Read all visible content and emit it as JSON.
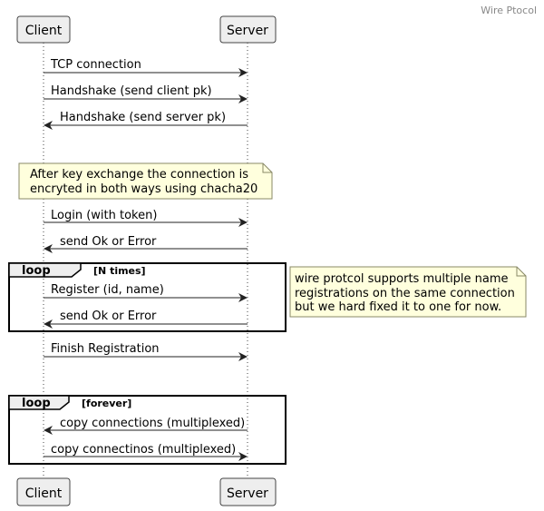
{
  "header": {
    "title": "Wire Ptocol"
  },
  "participants": [
    {
      "id": "client",
      "label": "Client"
    },
    {
      "id": "server",
      "label": "Server"
    }
  ],
  "messages": {
    "tcp": "TCP connection",
    "hs_client": "Handshake (send client pk)",
    "hs_server": "Handshake (send server pk)",
    "login": "Login (with token)",
    "ok1": "send Ok or Error",
    "register": "Register (id, name)",
    "ok2": "send Ok or Error",
    "finish": "Finish Registration",
    "copy1": "copy connections (multiplexed)",
    "copy2": "copy connectinos (multiplexed)"
  },
  "notes": {
    "encryption": [
      "After key exchange the connection is",
      "encryted in both ways using chacha20"
    ],
    "registrations": [
      "wire protcol supports multiple name",
      "registrations on the same connection",
      "but we hard fixed it to one for now."
    ]
  },
  "loops": {
    "n_times": {
      "label": "loop",
      "condition": "[N times]"
    },
    "forever": {
      "label": "loop",
      "condition": "[forever]"
    }
  }
}
